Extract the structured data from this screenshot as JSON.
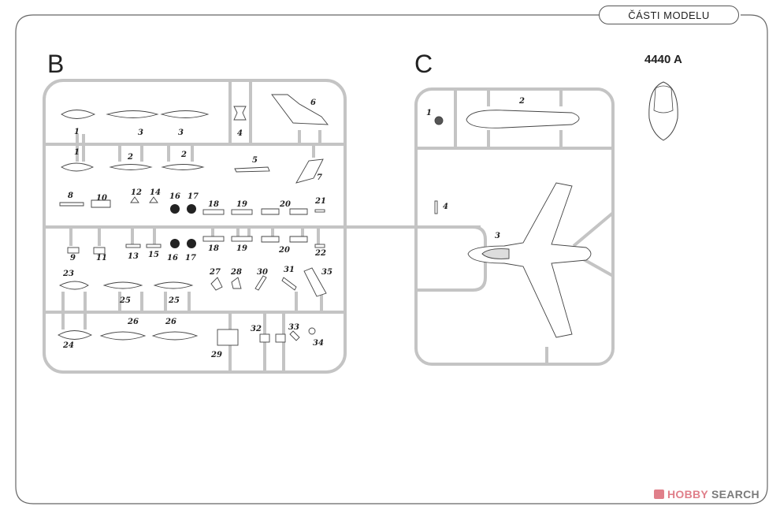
{
  "header": {
    "section_title": "ČÁSTI MODELU"
  },
  "sprues": {
    "b": {
      "letter": "B",
      "labels": [
        "1",
        "3",
        "3",
        "4",
        "6",
        "1",
        "2",
        "2",
        "5",
        "7",
        "8",
        "10",
        "12",
        "14",
        "16",
        "17",
        "18",
        "19",
        "20",
        "21",
        "9",
        "11",
        "13",
        "15",
        "16",
        "17",
        "18",
        "19",
        "20",
        "22",
        "23",
        "25",
        "25",
        "27",
        "28",
        "30",
        "31",
        "35",
        "24",
        "26",
        "26",
        "29",
        "32",
        "33",
        "34"
      ]
    },
    "c": {
      "letter": "C",
      "labels": [
        "1",
        "2",
        "4",
        "3"
      ]
    }
  },
  "clear_part": {
    "code": "4440 A"
  },
  "watermark": {
    "brand": "HOBBY",
    "rest": "SEARCH"
  },
  "colors": {
    "line": "#555555",
    "sprue": "#bdbdbd",
    "watermark": "#e07f8a"
  }
}
